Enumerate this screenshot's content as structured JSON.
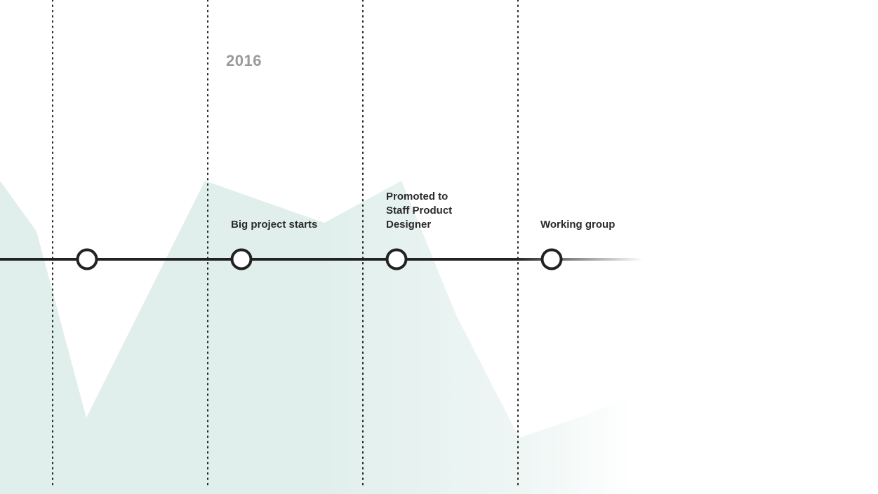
{
  "timeline": {
    "year": "2016",
    "events": [
      {
        "label": ""
      },
      {
        "label": "Big project starts"
      },
      {
        "label": "Promoted to\nStaff Product\nDesigner"
      },
      {
        "label": "Working group"
      }
    ]
  },
  "colors": {
    "area_fill": "#e1efec",
    "line": "#222222",
    "marker_fill": "#ffffff",
    "gridline": "#222222",
    "year_text": "#9a9a9a"
  }
}
